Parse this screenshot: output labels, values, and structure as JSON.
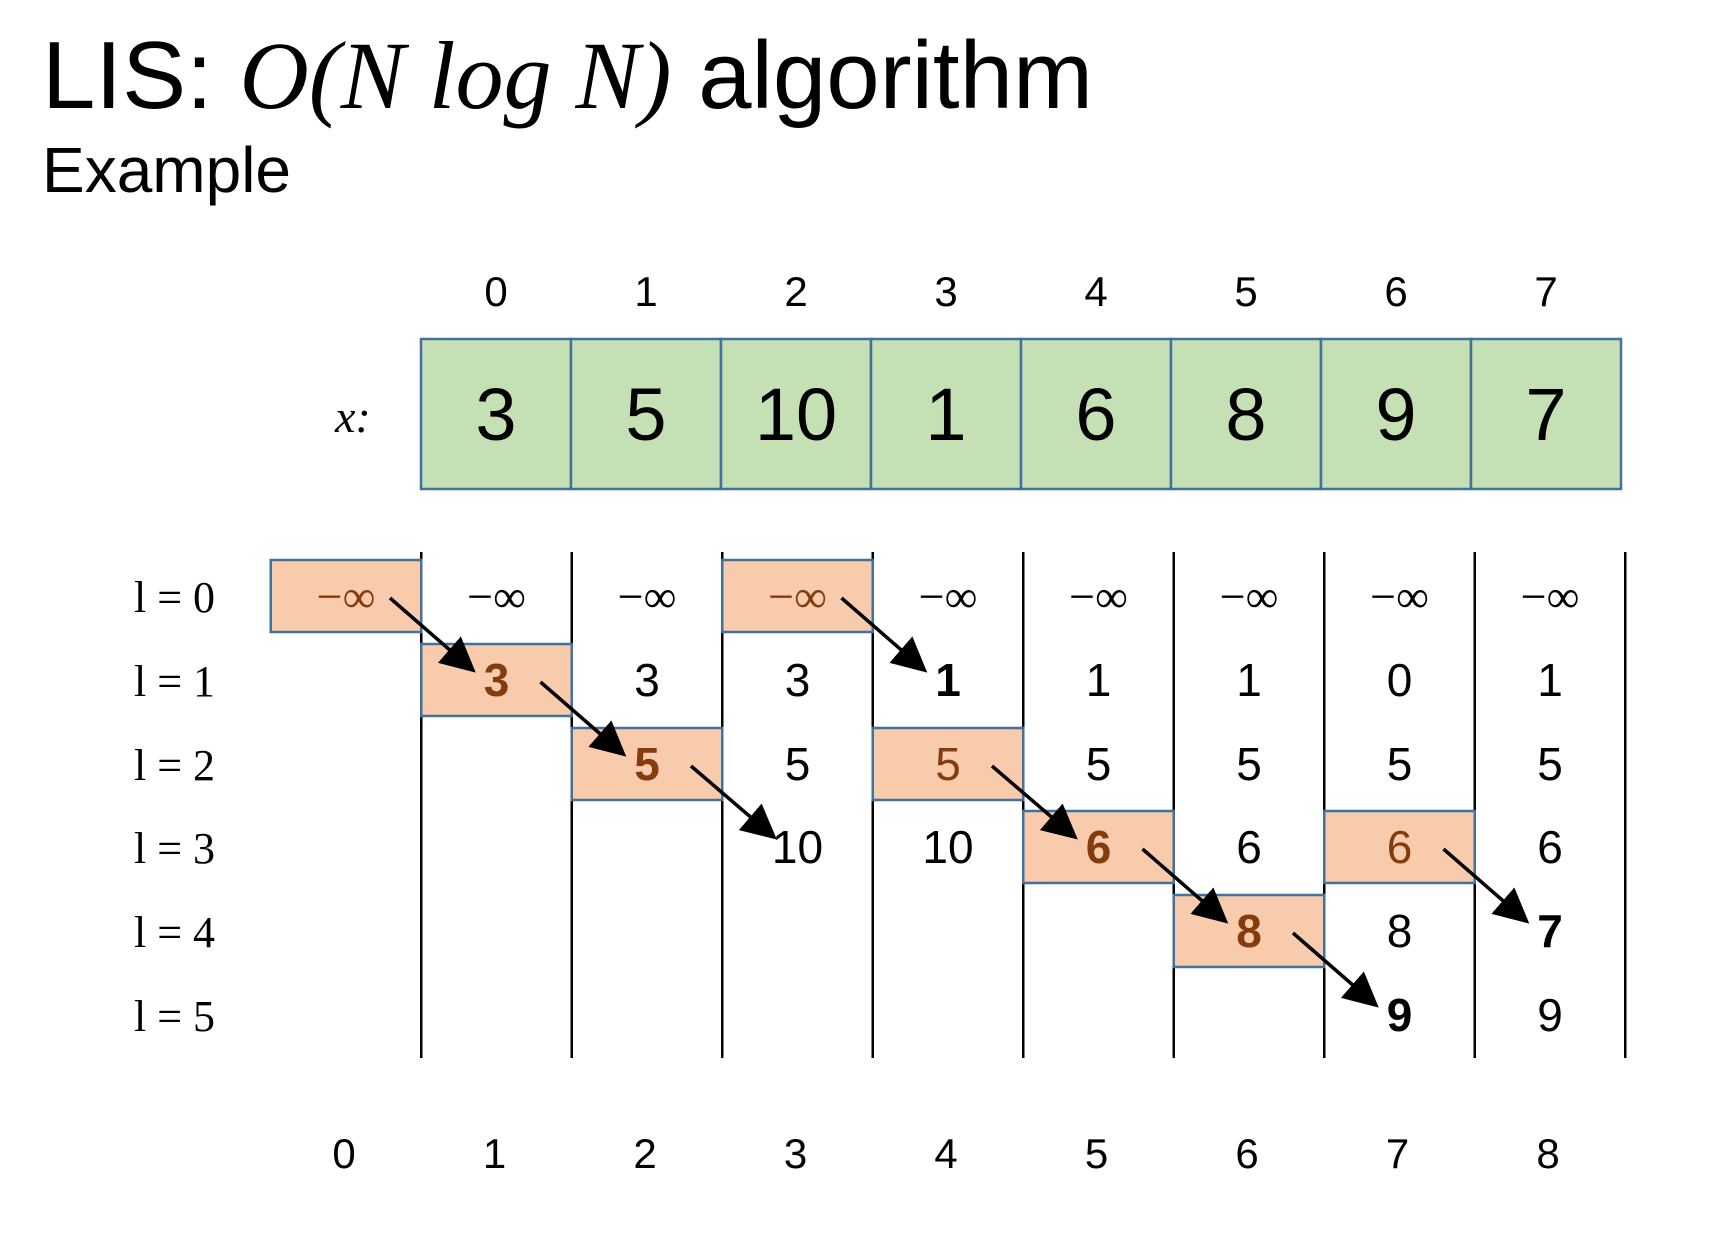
{
  "title": {
    "prefix": "LIS: ",
    "math": "O(N log N)",
    "suffix": " algorithm"
  },
  "subtitle": "Example",
  "x_array": {
    "label": "x:",
    "indices": [
      "0",
      "1",
      "2",
      "3",
      "4",
      "5",
      "6",
      "7"
    ],
    "values": [
      "3",
      "5",
      "10",
      "1",
      "6",
      "8",
      "9",
      "7"
    ]
  },
  "row_labels": [
    "l = 0",
    "l = 1",
    "l = 2",
    "l = 3",
    "l = 4",
    "l = 5"
  ],
  "step_indices": [
    "0",
    "1",
    "2",
    "3",
    "4",
    "5",
    "6",
    "7",
    "8"
  ],
  "columns": [
    [
      {
        "row": 0,
        "text": "−∞",
        "style": "hl"
      }
    ],
    [
      {
        "row": 0,
        "text": "−∞"
      },
      {
        "row": 1,
        "text": "3",
        "style": "hlbold"
      }
    ],
    [
      {
        "row": 0,
        "text": "−∞"
      },
      {
        "row": 1,
        "text": "3"
      },
      {
        "row": 2,
        "text": "5",
        "style": "hlbold"
      }
    ],
    [
      {
        "row": 0,
        "text": "−∞",
        "style": "hl"
      },
      {
        "row": 1,
        "text": "3"
      },
      {
        "row": 2,
        "text": "5"
      },
      {
        "row": 3,
        "text": "10"
      }
    ],
    [
      {
        "row": 0,
        "text": "−∞"
      },
      {
        "row": 1,
        "text": "1",
        "style": "bold"
      },
      {
        "row": 2,
        "text": "5",
        "style": "hl"
      },
      {
        "row": 3,
        "text": "10"
      }
    ],
    [
      {
        "row": 0,
        "text": "−∞"
      },
      {
        "row": 1,
        "text": "1"
      },
      {
        "row": 2,
        "text": "5"
      },
      {
        "row": 3,
        "text": "6",
        "style": "hlbold"
      }
    ],
    [
      {
        "row": 0,
        "text": "−∞"
      },
      {
        "row": 1,
        "text": "1"
      },
      {
        "row": 2,
        "text": "5"
      },
      {
        "row": 3,
        "text": "6"
      },
      {
        "row": 4,
        "text": "8",
        "style": "hlbold"
      }
    ],
    [
      {
        "row": 0,
        "text": "−∞"
      },
      {
        "row": 1,
        "text": "0"
      },
      {
        "row": 2,
        "text": "5"
      },
      {
        "row": 3,
        "text": "6",
        "style": "hl"
      },
      {
        "row": 4,
        "text": "8"
      },
      {
        "row": 5,
        "text": "9",
        "style": "bold"
      }
    ],
    [
      {
        "row": 0,
        "text": "−∞"
      },
      {
        "row": 1,
        "text": "1"
      },
      {
        "row": 2,
        "text": "5"
      },
      {
        "row": 3,
        "text": "6"
      },
      {
        "row": 4,
        "text": "7",
        "style": "bold"
      },
      {
        "row": 5,
        "text": "9"
      }
    ]
  ],
  "arrows": [
    {
      "from": [
        0,
        0
      ],
      "to": [
        1,
        1
      ]
    },
    {
      "from": [
        1,
        1
      ],
      "to": [
        2,
        2
      ]
    },
    {
      "from": [
        2,
        2
      ],
      "to": [
        3,
        3
      ]
    },
    {
      "from": [
        3,
        0
      ],
      "to": [
        4,
        1
      ]
    },
    {
      "from": [
        4,
        2
      ],
      "to": [
        5,
        3
      ]
    },
    {
      "from": [
        5,
        3
      ],
      "to": [
        6,
        4
      ]
    },
    {
      "from": [
        6,
        4
      ],
      "to": [
        7,
        5
      ]
    },
    {
      "from": [
        7,
        3
      ],
      "to": [
        8,
        4
      ]
    }
  ],
  "colors": {
    "array_fill": "#c5e0b4",
    "array_stroke": "#41719c",
    "highlight_fill": "#f8cbad",
    "highlight_stroke": "#41719c",
    "highlight_text": "#843c0c",
    "text": "#000000",
    "grid": "#000000"
  }
}
